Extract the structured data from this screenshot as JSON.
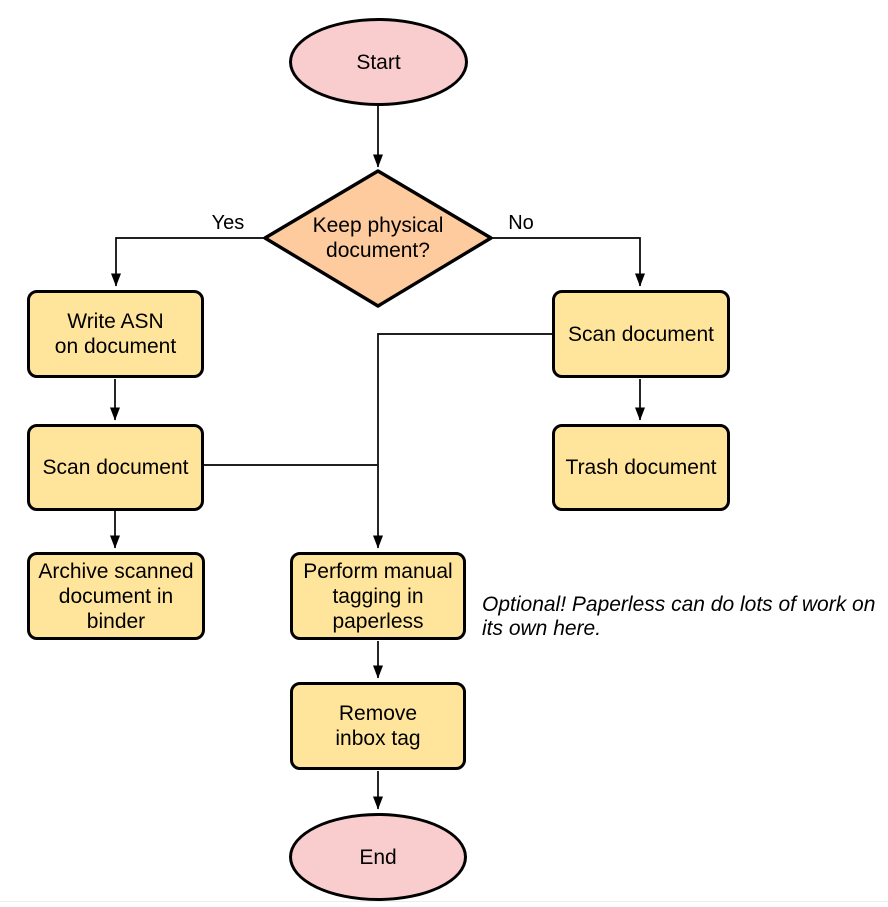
{
  "diagram": {
    "nodes": {
      "start": {
        "label": "Start",
        "type": "terminator"
      },
      "decision": {
        "label": [
          "Keep physical",
          "document?"
        ],
        "type": "decision"
      },
      "write_asn": {
        "label": [
          "Write ASN",
          "on document"
        ],
        "type": "process"
      },
      "scan_left": {
        "label": "Scan document",
        "type": "process"
      },
      "archive": {
        "label": [
          "Archive scanned",
          "document in",
          "binder"
        ],
        "type": "process"
      },
      "scan_right": {
        "label": "Scan document",
        "type": "process"
      },
      "trash": {
        "label": "Trash document",
        "type": "process"
      },
      "tagging": {
        "label": [
          "Perform manual",
          "tagging in",
          "paperless"
        ],
        "type": "process"
      },
      "remove_inbox": {
        "label": [
          "Remove",
          "inbox tag"
        ],
        "type": "process"
      },
      "end": {
        "label": "End",
        "type": "terminator"
      }
    },
    "edge_labels": {
      "yes": "Yes",
      "no": "No"
    },
    "note": {
      "text": [
        "Optional! Paperless can do lots of work on",
        "its own here."
      ]
    },
    "colors": {
      "terminator_fill": "#F9CDCD",
      "decision_fill": "#FDCB9E",
      "process_fill": "#FFE49B",
      "shape_stroke": "#000000",
      "connector_stroke": "#000000",
      "text": "#000000",
      "page_divider": "#ececec",
      "background": "#ffffff"
    }
  }
}
